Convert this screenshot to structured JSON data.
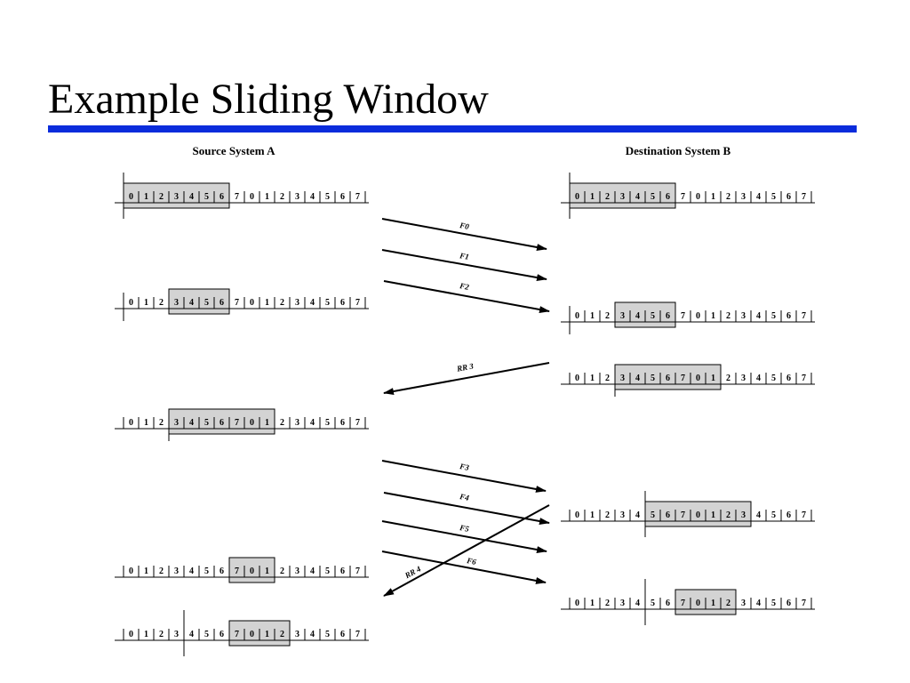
{
  "slide": {
    "title": "Example Sliding Window",
    "rule_color": "#0a2cdc"
  },
  "colors": {
    "window_fill": "#d3d3d3",
    "line": "#000000"
  },
  "diagram": {
    "source_label": "Source System A",
    "dest_label": "Destination System B",
    "sequence_labels": [
      "0",
      "1",
      "2",
      "3",
      "4",
      "5",
      "6",
      "7",
      "0",
      "1",
      "2",
      "3",
      "4",
      "5",
      "6",
      "7"
    ],
    "source_strips": [
      {
        "window_first": 0,
        "window_count": 7,
        "cursor_before": 0,
        "cursor_style": "full"
      },
      {
        "window_first": 3,
        "window_count": 4,
        "cursor_before": 0,
        "cursor_style": "down"
      },
      {
        "window_first": 3,
        "window_count": 7,
        "cursor_before": 3,
        "cursor_style": "down"
      },
      {
        "window_first": 7,
        "window_count": 3,
        "cursor_before": 0,
        "cursor_style": "none"
      },
      {
        "window_first": 7,
        "window_count": 4,
        "cursor_before": 4,
        "cursor_style": "full"
      }
    ],
    "dest_strips": [
      {
        "window_first": 0,
        "window_count": 7,
        "cursor_before": 0,
        "cursor_style": "full"
      },
      {
        "window_first": 3,
        "window_count": 4,
        "cursor_before": 0,
        "cursor_style": "down"
      },
      {
        "window_first": 3,
        "window_count": 7,
        "cursor_before": 3,
        "cursor_style": "down"
      },
      {
        "window_first": 5,
        "window_count": 7,
        "cursor_before": 5,
        "cursor_style": "full"
      },
      {
        "window_first": 7,
        "window_count": 4,
        "cursor_before": 5,
        "cursor_style": "full"
      }
    ],
    "messages": [
      {
        "label": "F0",
        "direction": "A-to-B"
      },
      {
        "label": "F1",
        "direction": "A-to-B"
      },
      {
        "label": "F2",
        "direction": "A-to-B"
      },
      {
        "label": "RR 3",
        "direction": "B-to-A"
      },
      {
        "label": "F3",
        "direction": "A-to-B"
      },
      {
        "label": "F4",
        "direction": "A-to-B"
      },
      {
        "label": "F5",
        "direction": "A-to-B"
      },
      {
        "label": "F6",
        "direction": "A-to-B"
      },
      {
        "label": "RR 4",
        "direction": "B-to-A"
      }
    ]
  }
}
